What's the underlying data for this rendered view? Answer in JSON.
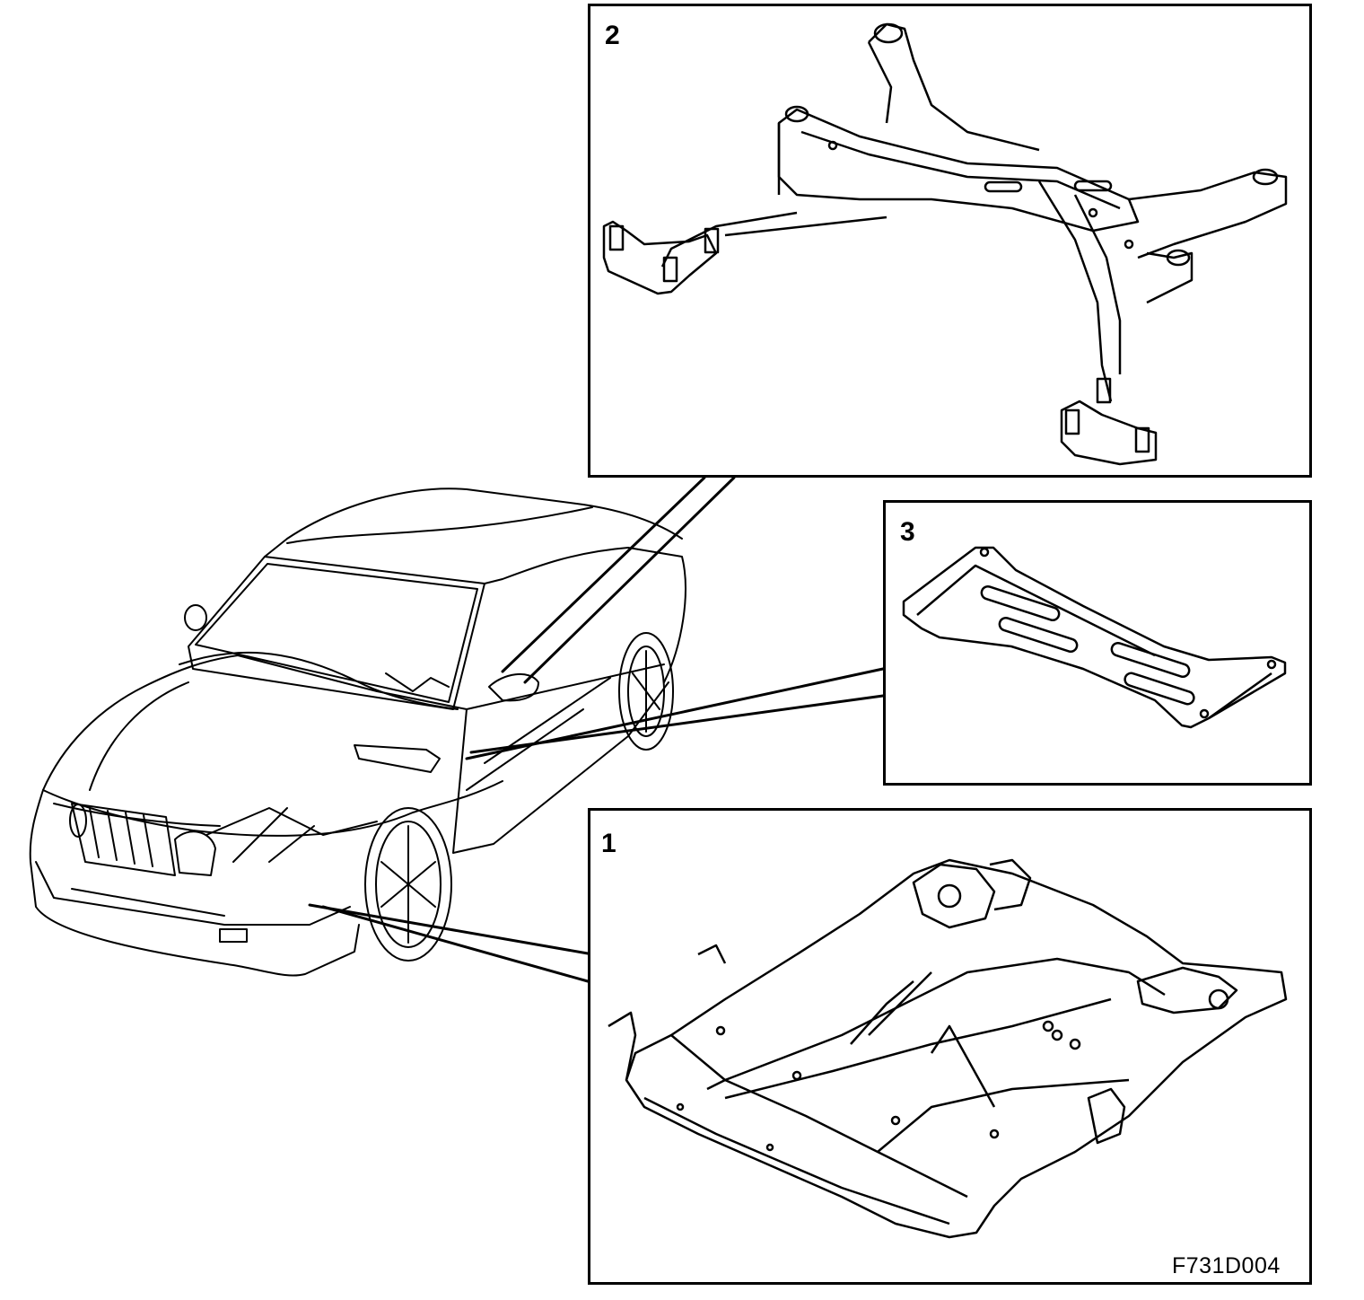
{
  "figure": {
    "code": "F731D004",
    "panels": [
      {
        "number": "2",
        "icon": "rear-subframe-icon"
      },
      {
        "number": "3",
        "icon": "crossmember-brace-icon"
      },
      {
        "number": "1",
        "icon": "front-subframe-icon"
      }
    ],
    "main_icon": "convertible-car-icon"
  }
}
